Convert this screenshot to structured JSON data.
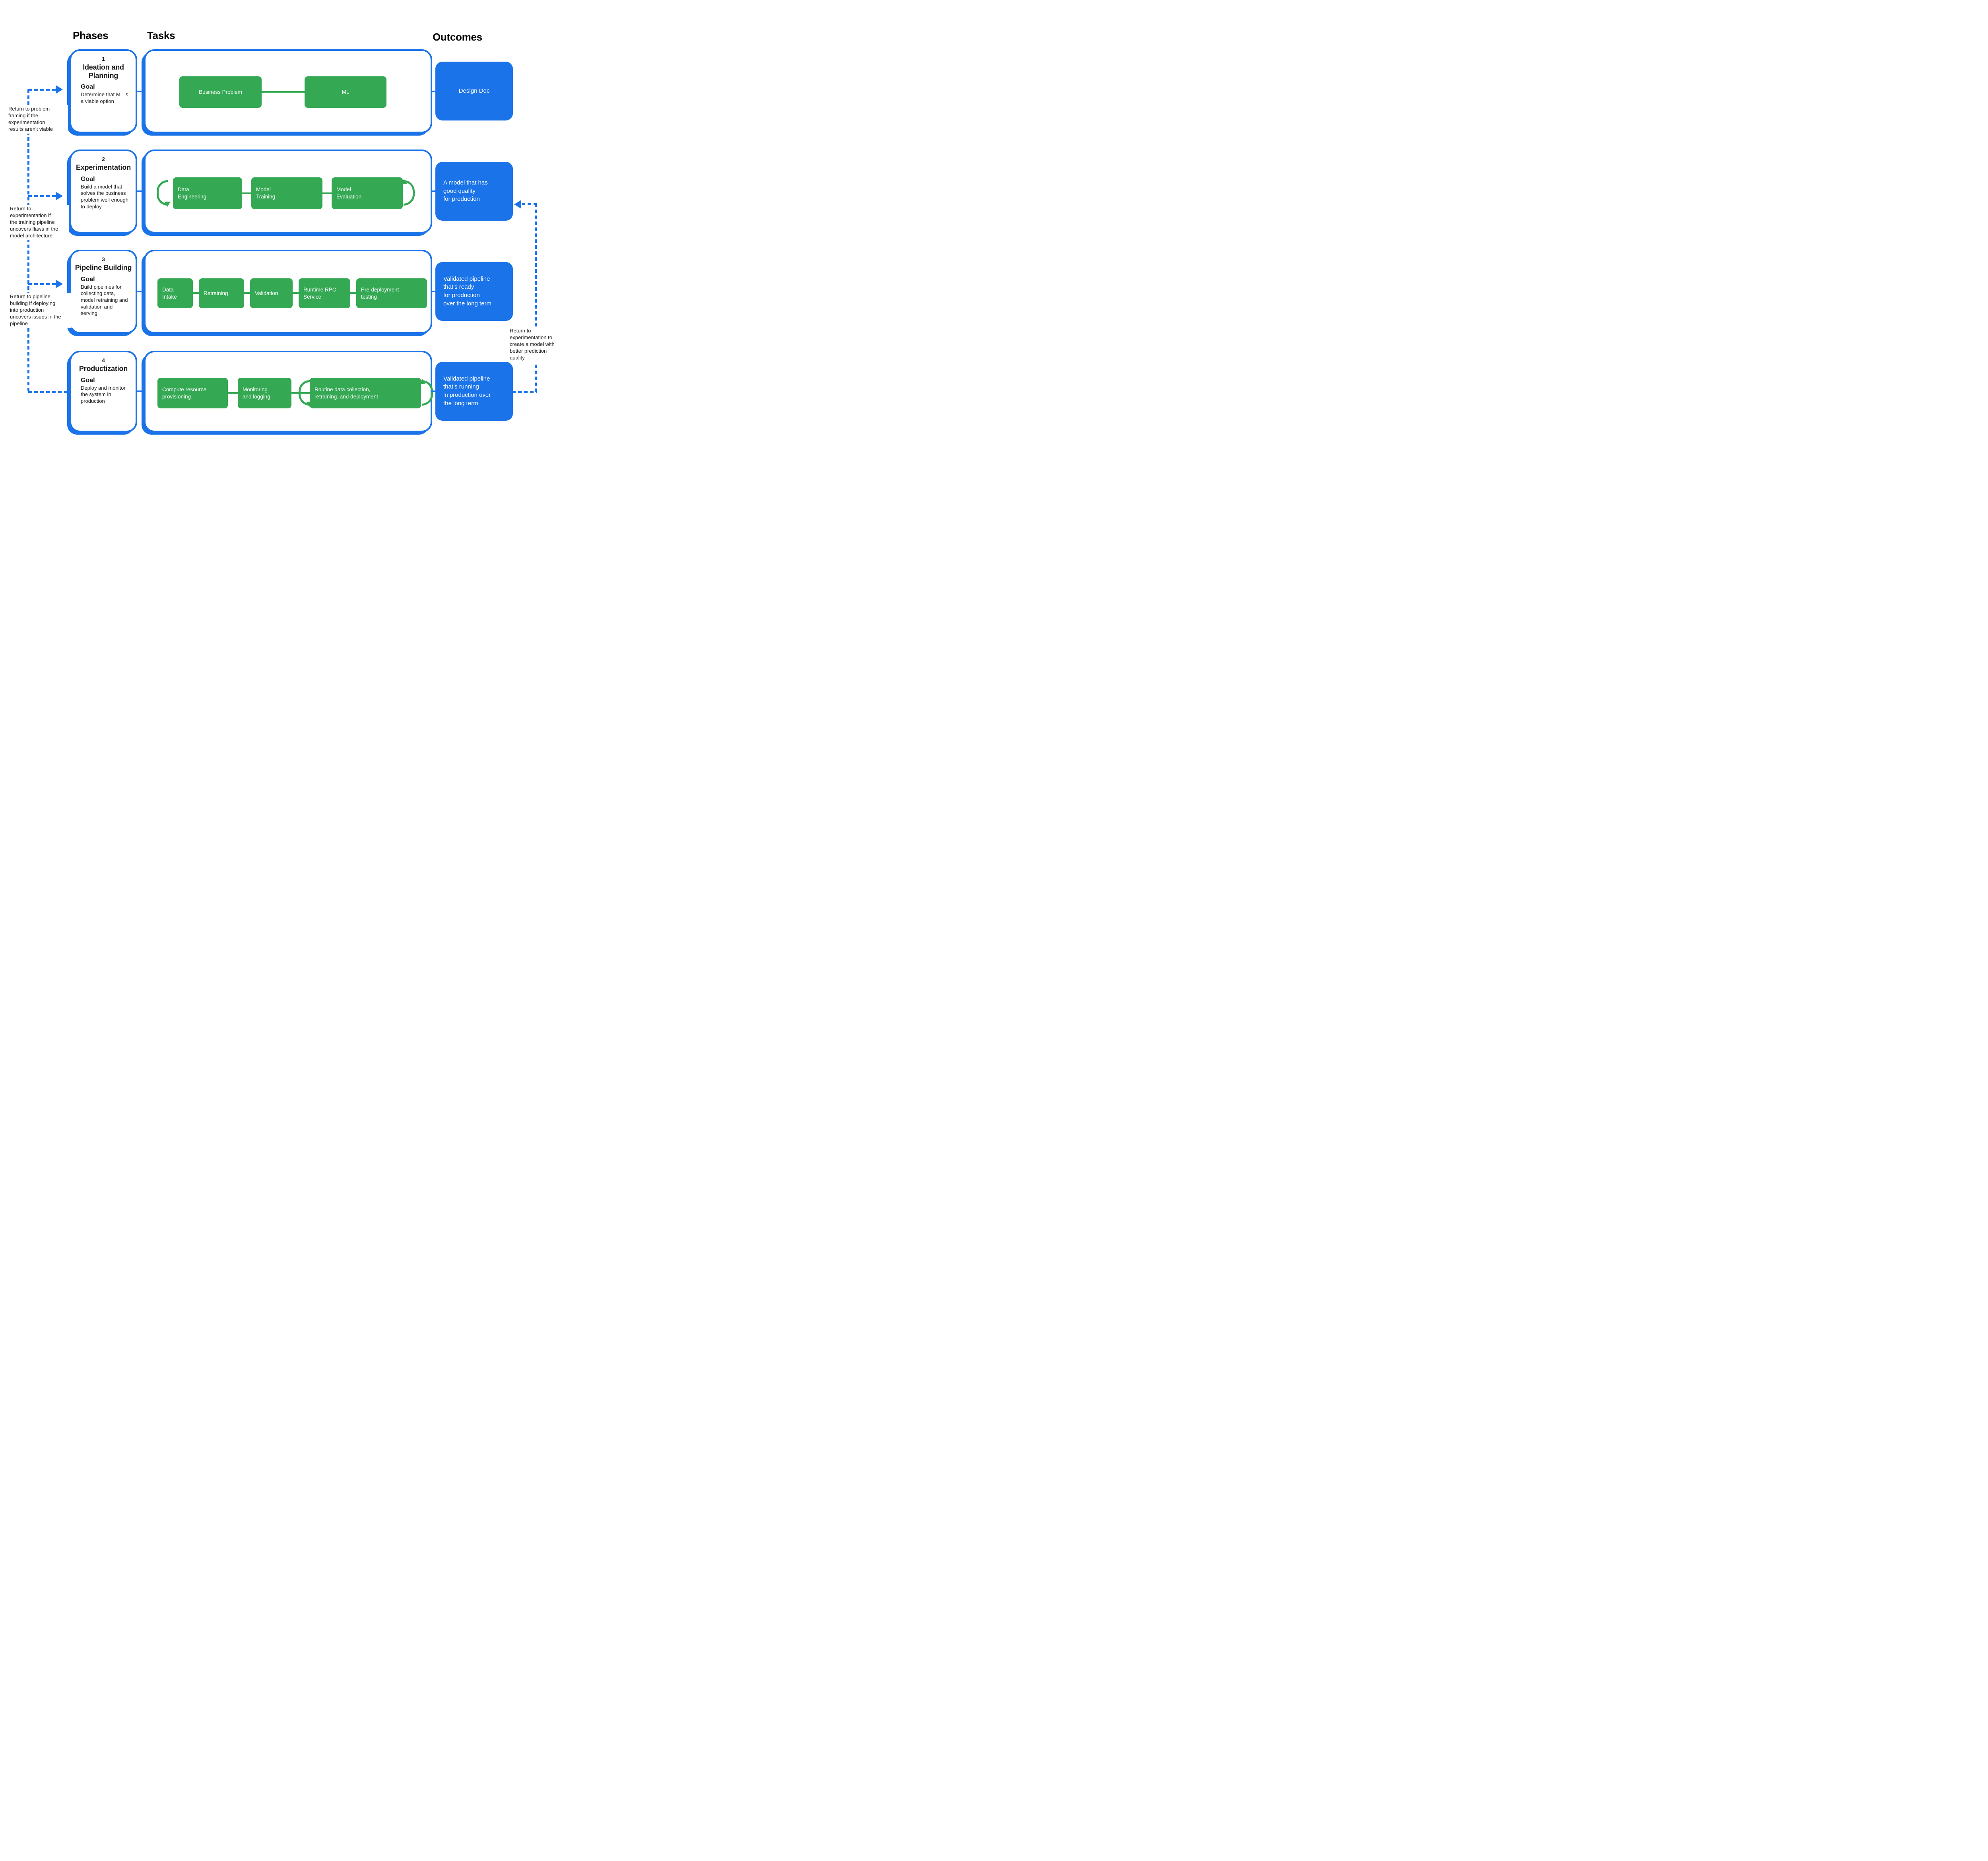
{
  "colors": {
    "blue": "#1a73e8",
    "green": "#34a853",
    "ink": "#1d1d1f"
  },
  "headers": {
    "phases": "Phases",
    "tasks": "Tasks",
    "outcomes": "Outcomes"
  },
  "phases": [
    {
      "number": "1",
      "title": "Ideation and Planning",
      "goal_label": "Goal",
      "goal": "Determine that ML is a viable option",
      "tasks": [
        "Business Problem",
        "ML"
      ],
      "outcome": "Design Doc"
    },
    {
      "number": "2",
      "title": "Experimentation",
      "goal_label": "Goal",
      "goal": "Build a model that solves the business problem well enough to deploy",
      "tasks": [
        "Data\nEngineering",
        "Model\nTraining",
        "Model\nEvaluation"
      ],
      "outcome": "A model that has\ngood quality\nfor production"
    },
    {
      "number": "3",
      "title": "Pipeline Building",
      "goal_label": "Goal",
      "goal": "Build pipelines for collecting data, model retraining and validation and serving",
      "tasks": [
        "Data\nIntake",
        "Retraining",
        "Validation",
        "Runtime RPC\nService",
        "Pre-deployment\ntesting"
      ],
      "outcome": "Validated pipeline\nthat’s ready\nfor production\nover the long term"
    },
    {
      "number": "4",
      "title": "Productization",
      "goal_label": "Goal",
      "goal": "Deploy and monitor the system in production",
      "tasks": [
        "Compute  resource\nprovisioning",
        "Monitoring\nand logging",
        "Routine data collection,\nretraining, and deployment"
      ],
      "outcome": "Validated pipeline\nthat’s running\nin production over\nthe long term"
    }
  ],
  "annotations": {
    "left": [
      "Return to problem\nframing if the\nexperimentation\nresults aren’t viable",
      "Return to\nexperimentation if\nthe training pipeline\nuncovers flaws in the\nmodel architecture",
      "Return to pipeline\nbuilding if deploying\ninto production\nuncovers issues in the\npipeline"
    ],
    "right": "Return to\nexperimentation to\ncreate a model with\nbetter prediction\nquality"
  }
}
